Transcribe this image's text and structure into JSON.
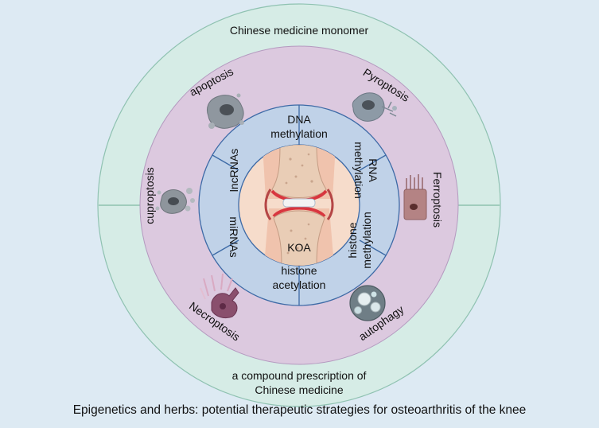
{
  "outer_ring": {
    "top_label": "Chinese medicine monomer",
    "bottom_label_line1": "a compound prescription of",
    "bottom_label_line2": "Chinese medicine"
  },
  "cell_death_ring": {
    "items": [
      {
        "label": "apoptosis",
        "icon": "apoptosis-cell-icon"
      },
      {
        "label": "Pyroptosis",
        "icon": "pyroptosis-cell-icon"
      },
      {
        "label": "Ferroptosis",
        "icon": "ferroptosis-cell-icon"
      },
      {
        "label": "autophagy",
        "icon": "autophagy-cell-icon"
      },
      {
        "label": "Necroptosis",
        "icon": "necroptosis-cell-icon"
      },
      {
        "label": "cuproptosis",
        "icon": "cuproptosis-cell-icon"
      }
    ]
  },
  "epigenetic_ring": {
    "segments": [
      {
        "line1": "DNA",
        "line2": "methylation"
      },
      {
        "line1": "RNA",
        "line2": "methylation"
      },
      {
        "line1": "histone",
        "line2": "methylation"
      },
      {
        "line1": "histone",
        "line2": "acetylation"
      },
      {
        "line1": "miRNAs",
        "line2": ""
      },
      {
        "line1": "lncRNAs",
        "line2": ""
      }
    ]
  },
  "center": {
    "label": "KOA",
    "icon": "knee-joint-icon"
  },
  "caption": "Epigenetics and herbs: potential therapeutic strategies for osteoarthritis of the knee",
  "colors": {
    "background": "#ddeaf3",
    "outer_ring": "#d6ece6",
    "middle_ring": "#dcc9df",
    "inner_ring": "#c0d2e8",
    "center_disc": "#f6dccb",
    "divider": "#3d6aa6"
  }
}
